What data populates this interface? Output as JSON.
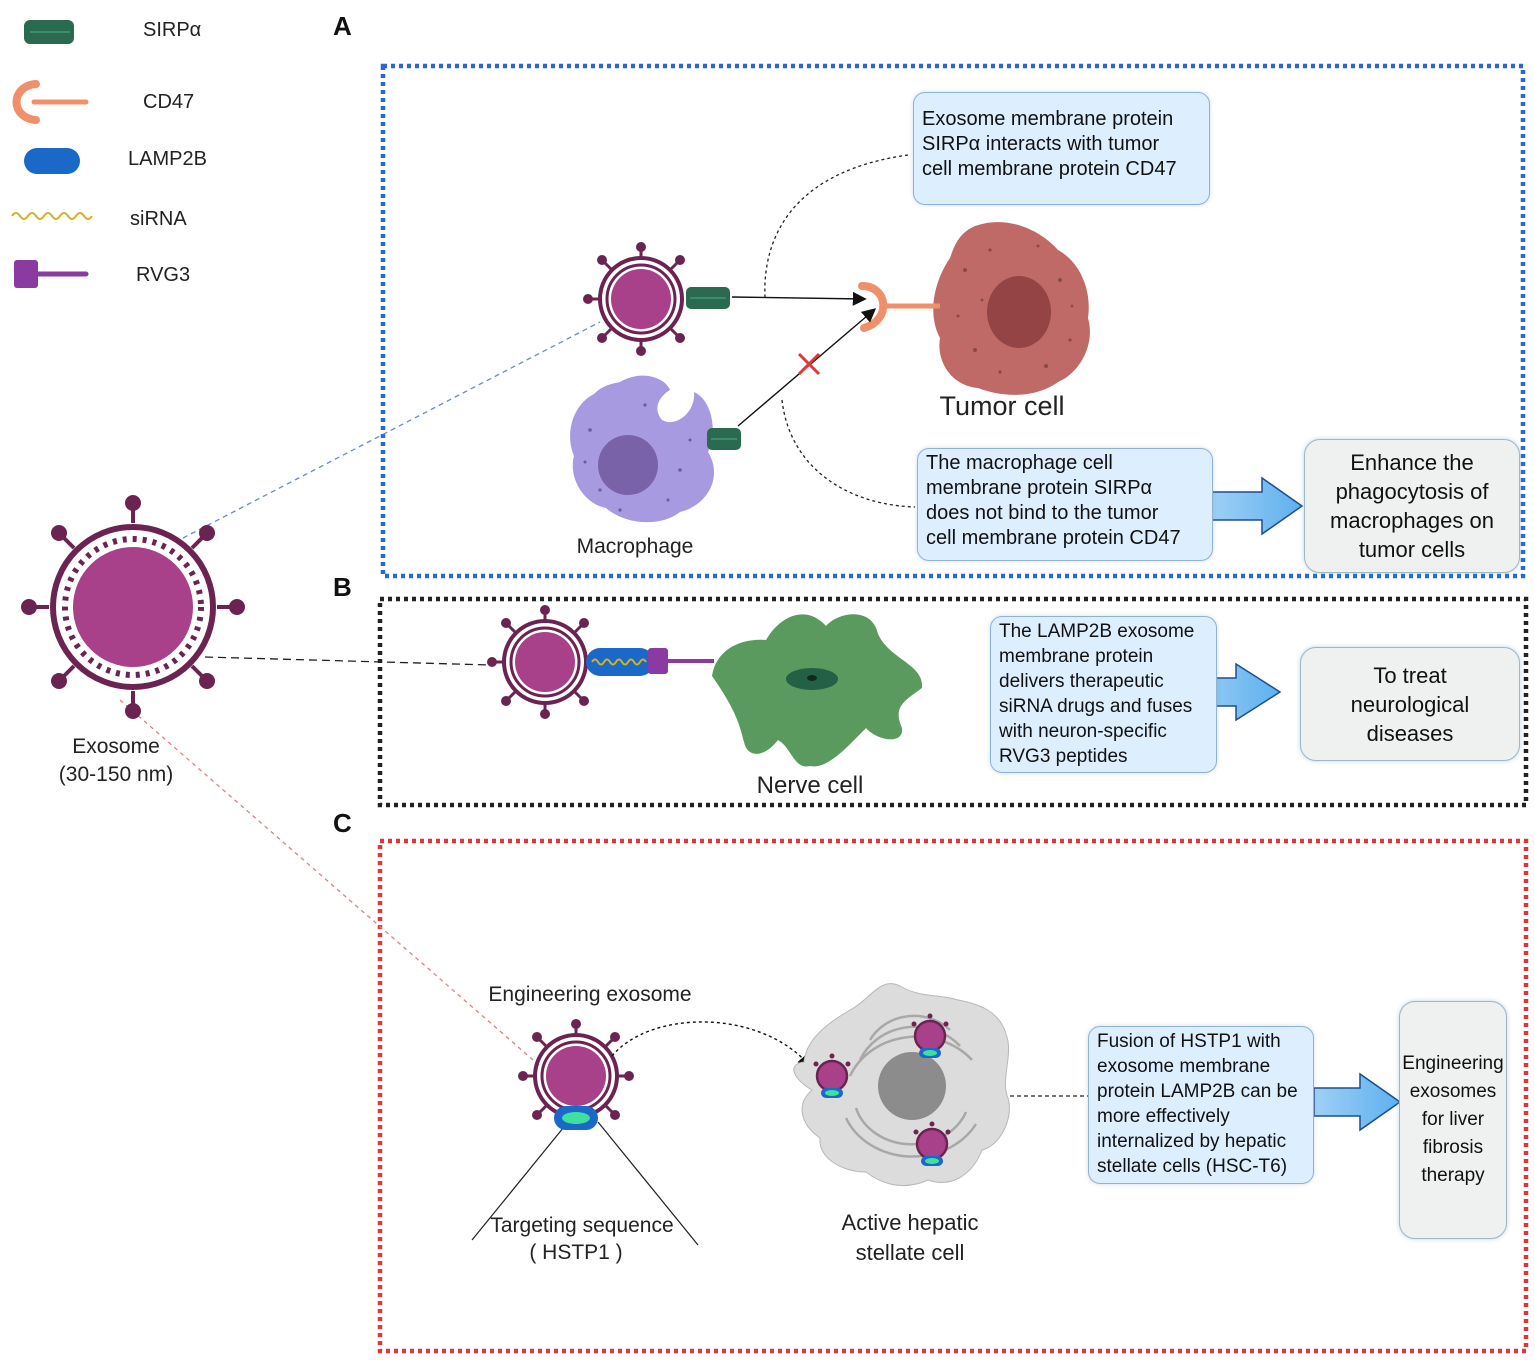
{
  "legend": {
    "sirpa": "SIRPα",
    "cd47": "CD47",
    "lamp2b": "LAMP2B",
    "sirna": "siRNA",
    "rvg3": "RVG3"
  },
  "exosome": {
    "label": "Exosome",
    "size": "(30-150 nm)"
  },
  "panel_a": {
    "letter": "A",
    "top_box": [
      "Exosome membrane protein",
      "SIRPα interacts with tumor",
      "cell membrane protein CD47"
    ],
    "tumor_label": "Tumor cell",
    "macrophage_label": "Macrophage",
    "bottom_box": [
      "The macrophage cell",
      "membrane protein SIRPα",
      "does not bind to the tumor",
      "cell membrane protein CD47"
    ],
    "outcome": [
      "Enhance the",
      "phagocytosis of",
      "macrophages on",
      "tumor cells"
    ]
  },
  "panel_b": {
    "letter": "B",
    "nerve_label": "Nerve cell",
    "box": [
      "The LAMP2B exosome",
      "membrane protein",
      "delivers therapeutic",
      "siRNA drugs and fuses",
      "with neuron-specific",
      "RVG3 peptides"
    ],
    "outcome": [
      "To treat",
      "neurological",
      "diseases"
    ]
  },
  "panel_c": {
    "letter": "C",
    "eng_label": "Engineering exosome",
    "targeting": "Targeting sequence",
    "hstp1": "( HSTP1 )",
    "hsc_label_1": "Active hepatic",
    "hsc_label_2": "stellate cell",
    "box": [
      "Fusion of HSTP1 with",
      "exosome membrane",
      "protein LAMP2B can be",
      "more effectively",
      "internalized by hepatic",
      "stellate cells (HSC-T6)"
    ],
    "outcome": [
      "Engineering",
      "exosomes",
      "for liver",
      "fibrosis",
      "therapy"
    ]
  },
  "colors": {
    "exosome": "#a8408a",
    "exosome_ring": "#6b2452",
    "sirpa": "#2a6a50",
    "cd47": "#f0906a",
    "lamp2b": "#1a68c8",
    "sirna": "#d4b020",
    "rvg3": "#8a3aa0",
    "tumor": "#c06a68",
    "macrophage": "#a89ae0",
    "nerve": "#5a9a5e",
    "panel_a_border": "#2a66d8",
    "panel_b_border": "#222222",
    "panel_c_border": "#e0363a"
  }
}
